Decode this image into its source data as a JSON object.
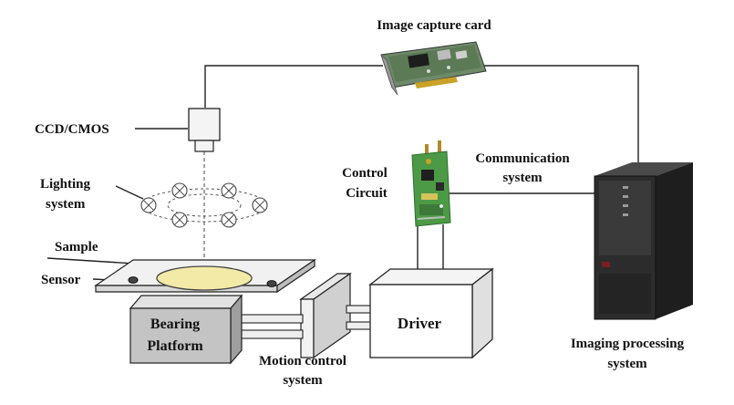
{
  "labels": {
    "image_capture_card": "Image capture card",
    "ccd_cmos": "CCD/CMOS",
    "lighting_line1": "Lighting",
    "lighting_line2": "system",
    "control_line1": "Control",
    "control_line2": "Circuit",
    "communication_line1": "Communication",
    "communication_line2": "system",
    "sample": "Sample",
    "sensor": "Sensor",
    "bearing_line1": "Bearing",
    "bearing_line2": "Platform",
    "driver": "Driver",
    "motion_line1": "Motion control",
    "motion_line2": "system",
    "imaging_line1": "Imaging processing",
    "imaging_line2": "system"
  },
  "colors": {
    "line": "#222222",
    "pcb_green": "#4c9a45",
    "pcb_dark": "#2f6e2e",
    "sample_fill": "#f4eaa8",
    "platform_front": "#bdbdbd",
    "platform_top": "#dcdcdc",
    "pc_body": "#2a2a2a",
    "pc_side": "#3e3e3e"
  },
  "icons": [
    "camera-icon",
    "lamp-icon",
    "capture-card-icon",
    "control-board-icon",
    "pc-tower-icon",
    "sensor-icon"
  ]
}
